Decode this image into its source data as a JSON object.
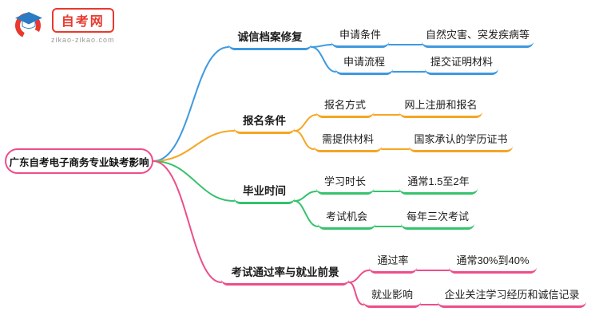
{
  "site": {
    "logo_text": "自考网",
    "logo_domain": "zikao-zikao.com",
    "brand_red": "#E8392F"
  },
  "root": {
    "label": "广东自考电子商务专业缺考影响",
    "border_color": "#EC4E8A"
  },
  "colors": {
    "blue": "#3D99E0",
    "orange": "#F5A623",
    "green": "#35C26D",
    "pink": "#EC4E8A"
  },
  "branches": [
    {
      "label": "诚信档案修复",
      "color": "#3D99E0",
      "children": [
        {
          "key": "申请条件",
          "value": "自然灾害、突发疾病等"
        },
        {
          "key": "申请流程",
          "value": "提交证明材料"
        }
      ]
    },
    {
      "label": "报名条件",
      "color": "#F5A623",
      "children": [
        {
          "key": "报名方式",
          "value": "网上注册和报名"
        },
        {
          "key": "需提供材料",
          "value": "国家承认的学历证书"
        }
      ]
    },
    {
      "label": "毕业时间",
      "color": "#35C26D",
      "children": [
        {
          "key": "学习时长",
          "value": "通常1.5至2年"
        },
        {
          "key": "考试机会",
          "value": "每年三次考试"
        }
      ]
    },
    {
      "label": "考试通过率与就业前景",
      "color": "#EC4E8A",
      "children": [
        {
          "key": "通过率",
          "value": "通常30%到40%"
        },
        {
          "key": "就业影响",
          "value": "企业关注学习经历和诚信记录"
        }
      ]
    }
  ]
}
